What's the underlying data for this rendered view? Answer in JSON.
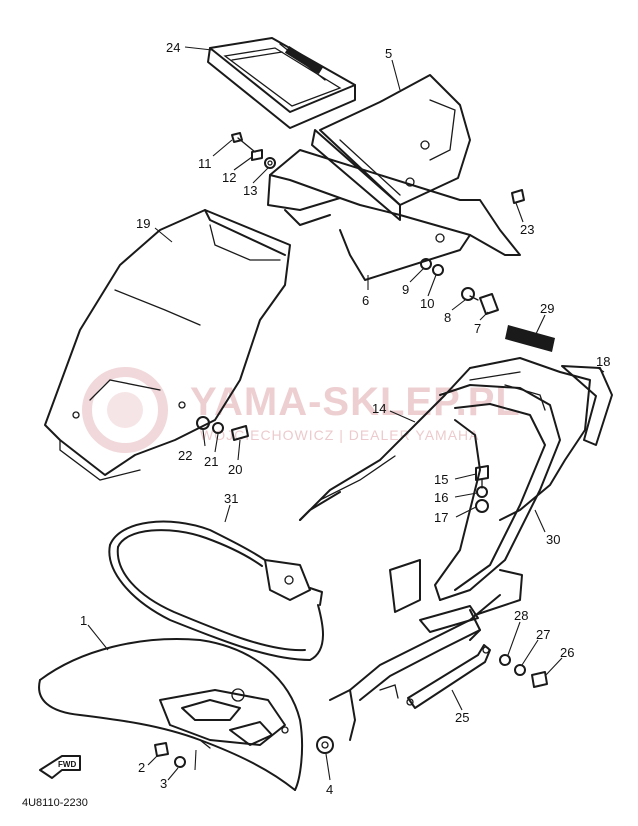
{
  "diagram": {
    "callouts": [
      "24",
      "5",
      "11",
      "12",
      "13",
      "23",
      "19",
      "6",
      "9",
      "10",
      "8",
      "7",
      "29",
      "18",
      "14",
      "22",
      "21",
      "20",
      "15",
      "16",
      "17",
      "30",
      "31",
      "1",
      "28",
      "27",
      "26",
      "25",
      "2",
      "3",
      "4"
    ],
    "arrow_label": "FWD",
    "drawing_code": "4U8110-2230"
  },
  "watermark": {
    "title": "YAMA-SKLEP.PL",
    "subtitle": "WOJCIECHOWICZ | DEALER YAMAHA",
    "color": "#e0a8ac"
  }
}
